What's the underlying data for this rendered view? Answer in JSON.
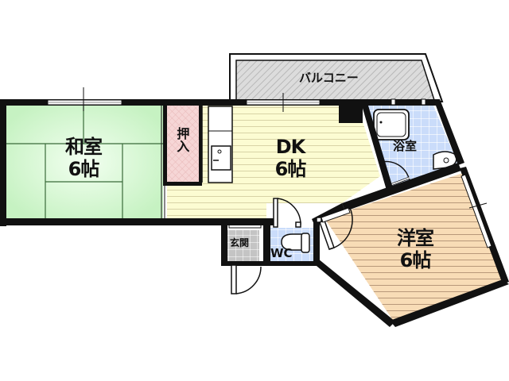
{
  "floorplan": {
    "rooms": [
      {
        "id": "washitsu",
        "name": "和室",
        "size": "6帖",
        "fill": "#d4f5d0"
      },
      {
        "id": "oshiire",
        "name": "押入",
        "fill": "#f7d6d6"
      },
      {
        "id": "dk",
        "name": "DK",
        "size": "6帖",
        "fill": "#fcfcd4"
      },
      {
        "id": "balcony",
        "name": "バルコニー",
        "fill": "#d8d8d8"
      },
      {
        "id": "bath",
        "name": "浴室",
        "fill": "#cfe0fb"
      },
      {
        "id": "youshitsu",
        "name": "洋室",
        "size": "6帖",
        "fill": "#f8dcb4"
      },
      {
        "id": "genkan",
        "name": "玄関",
        "fill": "#c8c8c8"
      },
      {
        "id": "wc",
        "name": "WC",
        "fill": "#cfe0fb"
      }
    ],
    "colors": {
      "wall": "#111111",
      "background": "#ffffff"
    }
  }
}
